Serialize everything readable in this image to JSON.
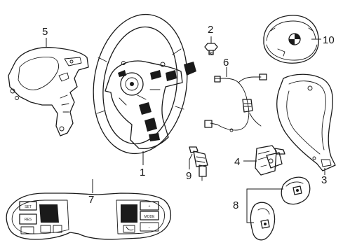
{
  "callouts": [
    "1",
    "2",
    "3",
    "4",
    "5",
    "6",
    "7",
    "8",
    "9",
    "10"
  ],
  "button_text": {
    "set": "SET",
    "res": "RES",
    "mode": "MODE",
    "plus": "+",
    "minus": "−"
  },
  "icons": {
    "part_1": "steering-wheel",
    "part_2": "bolt",
    "part_3": "lower-trim-cover",
    "part_4": "clockspring-connector",
    "part_5": "rear-trim-cover",
    "part_6": "wiring-harness",
    "part_7": "switch-bezel",
    "part_8": "paddle-shifters",
    "part_9": "sensor-plug",
    "part_10": "airbag-module"
  }
}
